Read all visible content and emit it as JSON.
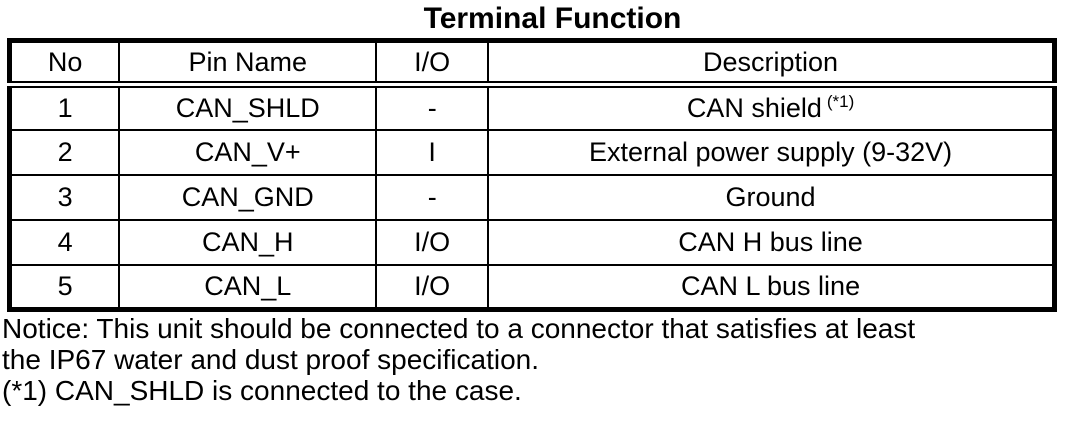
{
  "title": "Terminal Function",
  "table": {
    "headers": [
      "No",
      "Pin Name",
      "I/O",
      "Description"
    ],
    "rows": [
      {
        "no": "1",
        "pin_name": "CAN_SHLD",
        "io": "-",
        "description": "CAN shield",
        "description_sup": "(*1)"
      },
      {
        "no": "2",
        "pin_name": "CAN_V+",
        "io": "I",
        "description": "External power supply (9-32V)"
      },
      {
        "no": "3",
        "pin_name": "CAN_GND",
        "io": "-",
        "description": "Ground"
      },
      {
        "no": "4",
        "pin_name": "CAN_H",
        "io": "I/O",
        "description": "CAN H bus line"
      },
      {
        "no": "5",
        "pin_name": "CAN_L",
        "io": "I/O",
        "description": "CAN L bus line"
      }
    ]
  },
  "notes": {
    "line1": "Notice: This unit should be connected to a connector that satisfies at least",
    "line2": "the IP67 water and dust proof specification.",
    "line3": "(*1) CAN_SHLD is connected to the case."
  },
  "colors": {
    "text": "#000000",
    "border": "#000000",
    "background": "#ffffff"
  }
}
